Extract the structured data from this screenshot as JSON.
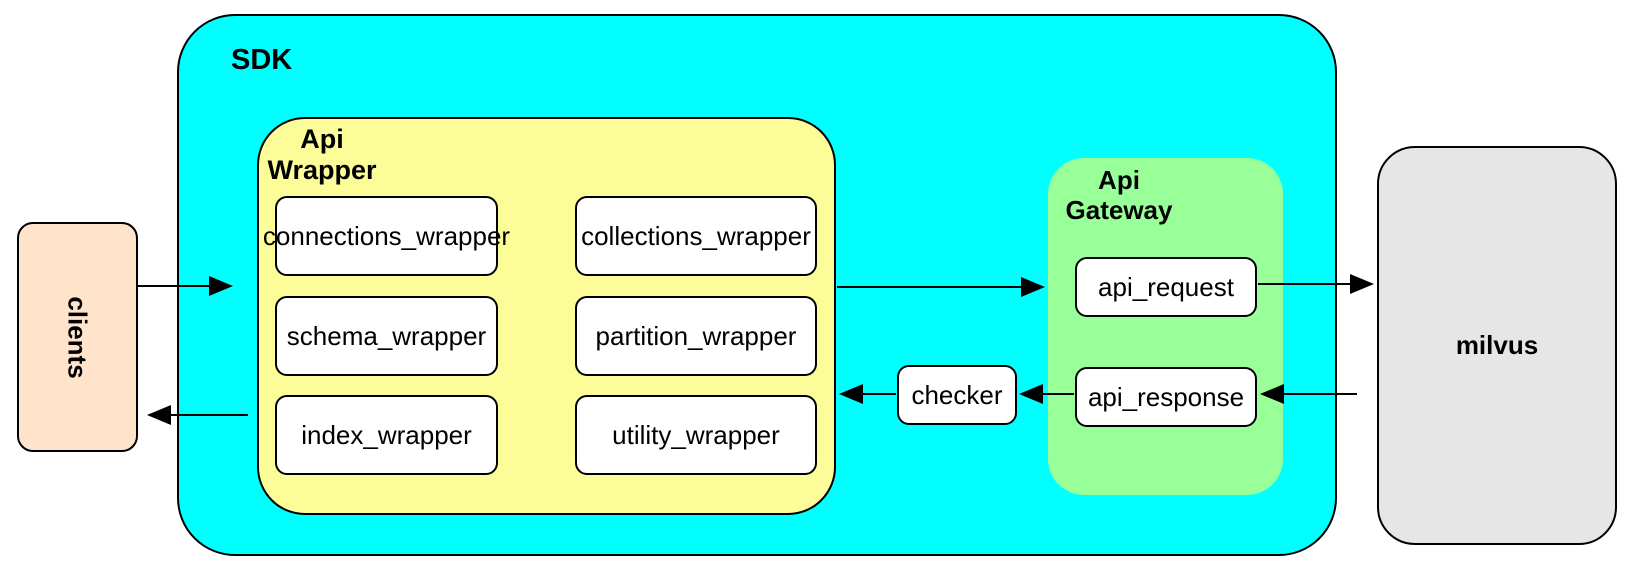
{
  "diagram": {
    "title_labels": {
      "sdk": "SDK",
      "api_wrapper_line1": "Api",
      "api_wrapper_line2": "Wrapper",
      "api_gateway_line1": "Api",
      "api_gateway_line2": "Gateway",
      "clients": "clients",
      "milvus": "milvus"
    },
    "wrapper_boxes": [
      {
        "label": "connections_wrapper"
      },
      {
        "label": "collections_wrapper"
      },
      {
        "label": "schema_wrapper"
      },
      {
        "label": "partition_wrapper"
      },
      {
        "label": "index_wrapper"
      },
      {
        "label": "utility_wrapper"
      }
    ],
    "gateway_boxes": [
      {
        "label": "api_request"
      },
      {
        "label": "api_response"
      }
    ],
    "checker": {
      "label": "checker"
    },
    "edges": [
      {
        "from": "clients",
        "to": "sdk",
        "direction": "right"
      },
      {
        "from": "sdk",
        "to": "clients",
        "direction": "left"
      },
      {
        "from": "api-wrapper",
        "to": "api-gateway",
        "direction": "right"
      },
      {
        "from": "api_request",
        "to": "milvus",
        "direction": "right"
      },
      {
        "from": "milvus",
        "to": "api_response",
        "direction": "left"
      },
      {
        "from": "api_response",
        "to": "checker",
        "direction": "left"
      },
      {
        "from": "checker",
        "to": "api-wrapper",
        "direction": "left"
      }
    ],
    "colors": {
      "sdk_fill": "#00FFFF",
      "api_wrapper_fill": "#FCFC98",
      "api_gateway_fill": "#99FF99",
      "clients_fill": "#FFE4CB",
      "milvus_fill": "#E6E6E6",
      "box_fill": "#FFFFFF",
      "border": "#000000"
    }
  }
}
